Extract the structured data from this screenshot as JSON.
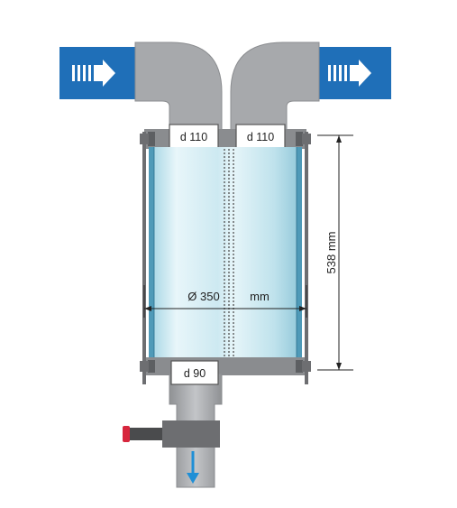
{
  "labels": {
    "inlet_left": "d 110",
    "inlet_right": "d 110",
    "outlet": "d 90",
    "diameter": "Ø 350",
    "diameter_unit": "mm",
    "height": "538 mm"
  },
  "colors": {
    "arrow_panel": "#1f6fb8",
    "pipe_gray": "#a7a9ac",
    "glass": "#cfe9f0",
    "glass_edge": "#5aa7c4",
    "flange": "#6d6e71",
    "valve_red": "#d7263d",
    "flow_arrow": "#1f8fd6"
  },
  "icons": {
    "inlet_arrow": "right-arrow-icon",
    "outlet_arrow": "down-arrow-icon",
    "valve": "valve-icon"
  }
}
